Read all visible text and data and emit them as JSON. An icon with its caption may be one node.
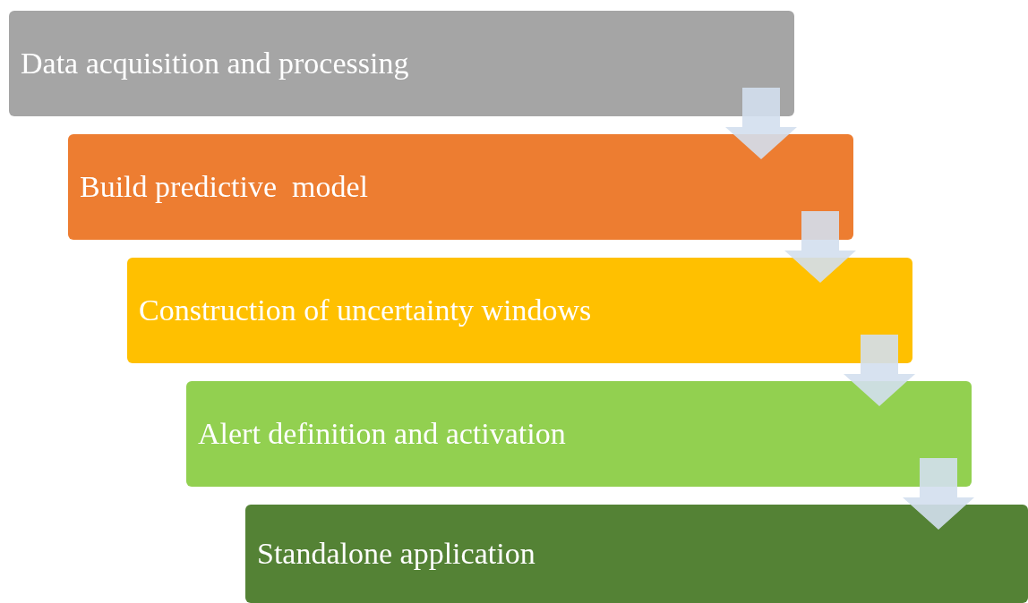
{
  "diagram": {
    "nodes": [
      {
        "text": [
          "Data acquisition and processing"
        ]
      },
      {
        "text": [
          "Build predictive  model"
        ]
      },
      {
        "text": [
          "Construction of uncertainty windows"
        ]
      },
      {
        "text": [
          "Alert definition and activation"
        ]
      },
      {
        "text": [
          "Standalone application"
        ]
      }
    ],
    "edges": [
      {
        "from": 0,
        "to": 1,
        "arrow": "to"
      },
      {
        "from": 1,
        "to": 2,
        "arrow": "to"
      },
      {
        "from": 2,
        "to": 3,
        "arrow": "to"
      },
      {
        "from": 3,
        "to": 4,
        "arrow": "to"
      }
    ]
  }
}
